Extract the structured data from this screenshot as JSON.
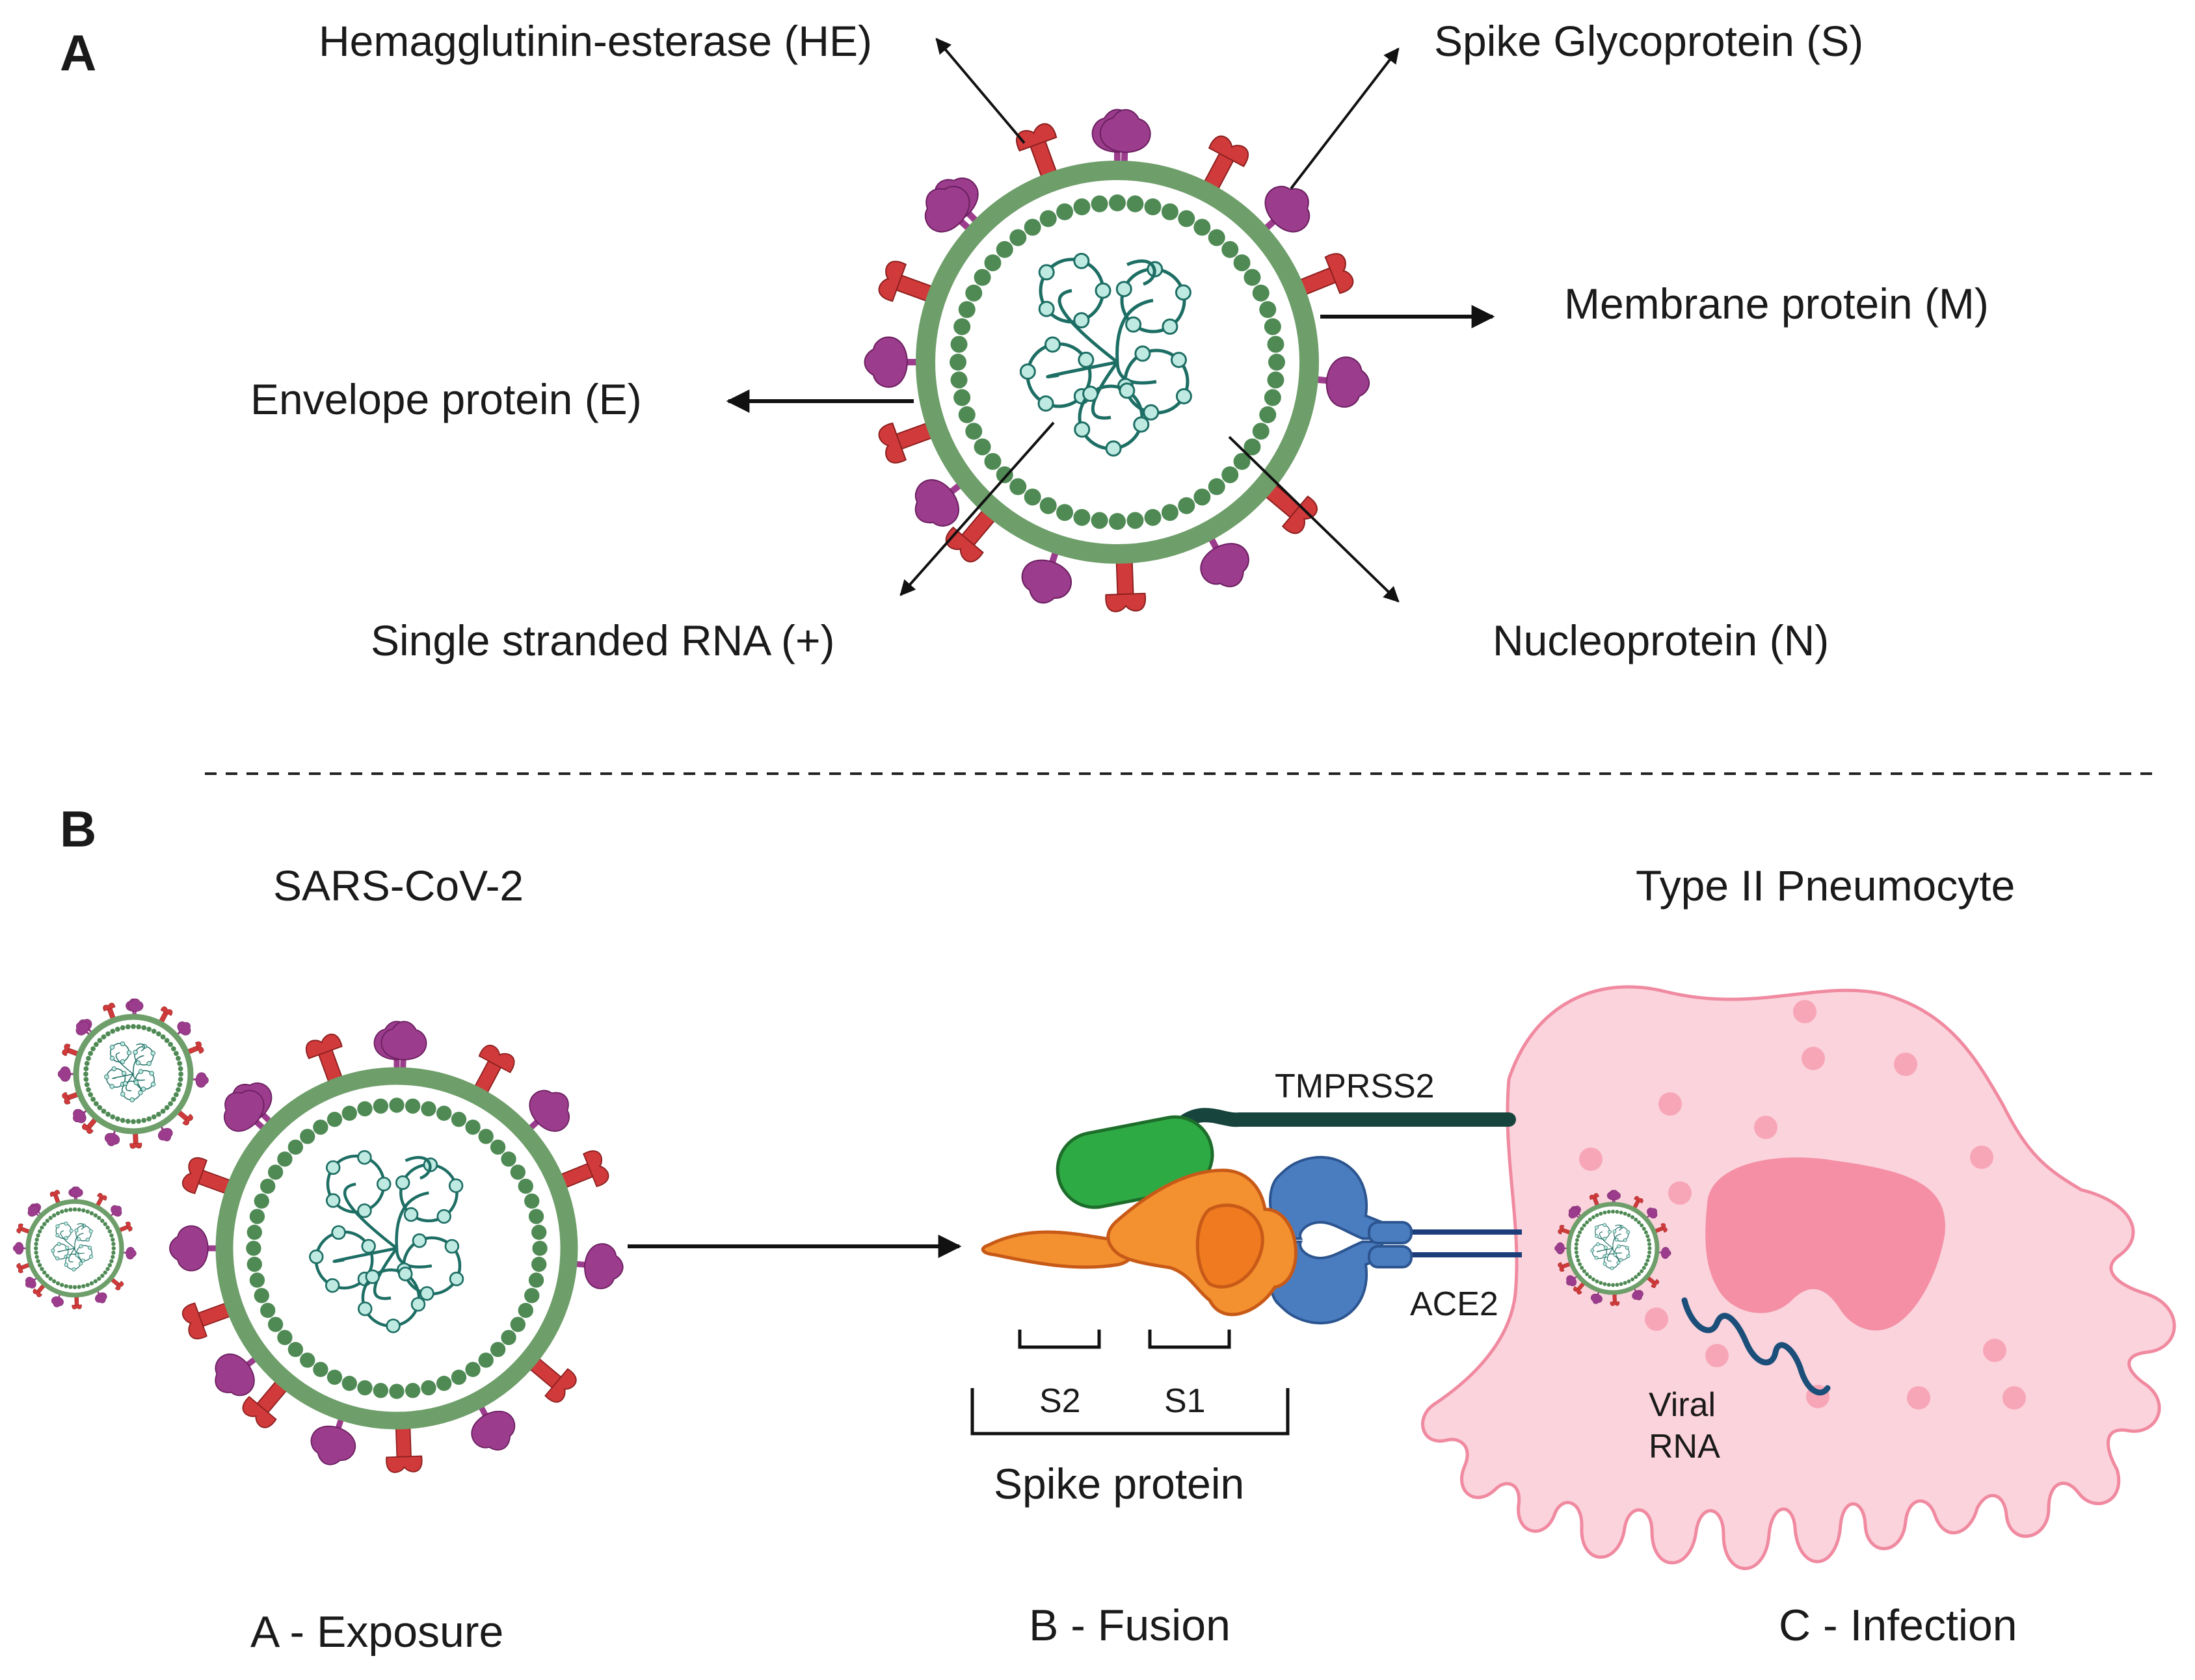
{
  "panels": {
    "a": "A",
    "b": "B"
  },
  "labels": {
    "he": "Hemagglutinin-esterase (HE)",
    "spike": "Spike Glycoprotein (S)",
    "membrane": "Membrane protein (M)",
    "envelope": "Envelope protein (E)",
    "rna": "Single stranded RNA (+)",
    "nucleo": "Nucleoprotein (N)"
  },
  "panel_b": {
    "virus": "SARS-CoV-2",
    "cell": "Type II Pneumocyte",
    "tmprss2": "TMPRSS2",
    "ace2": "ACE2",
    "s2": "S2",
    "s1": "S1",
    "spike_protein": "Spike protein",
    "viral_rna_1": "Viral",
    "viral_rna_2": "RNA"
  },
  "stages": {
    "a": "A - Exposure",
    "b": "B - Fusion",
    "c": "C - Infection"
  },
  "colors": {
    "membrane": "#6e9e6a",
    "bead": "#4f8a55",
    "he_protein": "#d13a3a",
    "spike_protein": "#9c3c8c",
    "rna": "#1d6e64",
    "rna_bead": "#bfeae2",
    "cell": "#fbd3dc",
    "cell_outline": "#f08aa0",
    "nucleus": "#f48fa5",
    "tmprss2": "#2eaa44",
    "ace2": "#4a7cc0",
    "s_protein": "#f39030"
  }
}
